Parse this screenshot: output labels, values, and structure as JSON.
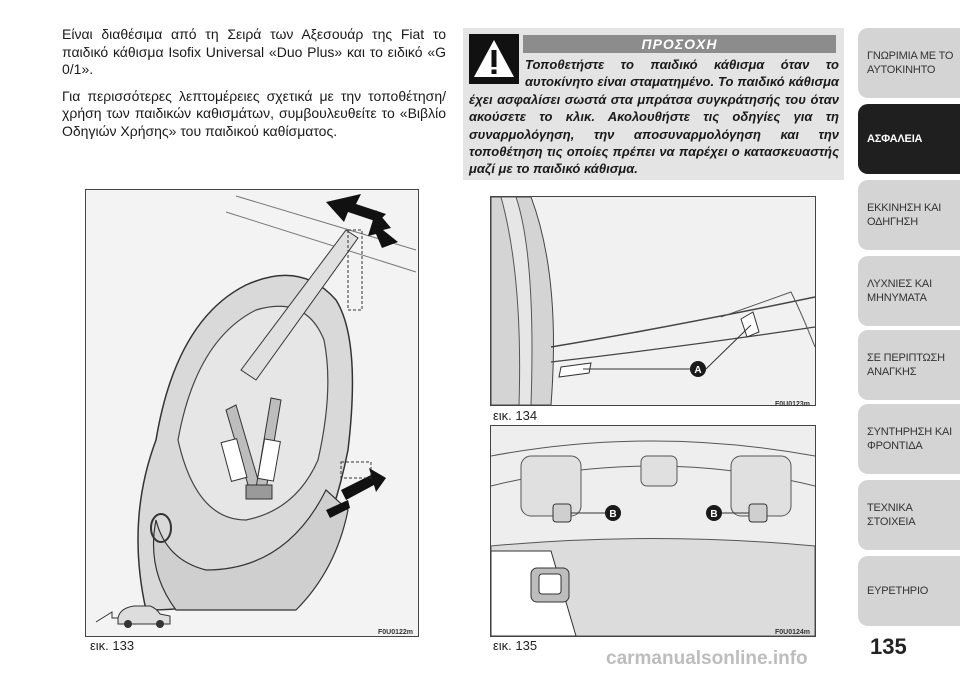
{
  "body_text": {
    "paragraph1": "Είναι διαθέσιμα από τη Σειρά των Αξεσουάρ της Fiat το παιδικό κάθισμα Isofix Universal «Duo Plus» και το ειδικό «G 0/1».",
    "paragraph2": "Για περισσότερες λεπτομέρειες σχετικά με την τοποθέτηση/χρήση των παιδικών καθισμάτων, συμβουλευθείτε το «Βιβλίο Οδηγιών Χρήσης» του παιδικού καθίσματος."
  },
  "warning": {
    "title": "ΠΡΟΣΟΧΗ",
    "icon": "warning-triangle-icon",
    "text": "Τοποθετήστε το παιδικό κάθισμα όταν το αυτοκίνητο είναι σταματημένο. Το παιδικό κάθισμα έχει ασφαλίσει σωστά στα μπράτσα συγκράτησής του όταν ακούσετε το κλικ. Ακολουθήστε τις οδηγίες για τη συναρμολόγηση, την αποσυναρμολόγηση και την τοποθέτηση τις οποίες πρέπει να παρέχει ο κατασκευαστής μαζί με το παιδικό κάθισμα."
  },
  "figures": {
    "fig133": {
      "caption": "εικ. 133",
      "code": "F0U0122m"
    },
    "fig134": {
      "caption": "εικ. 134",
      "code": "F0U0123m",
      "marker": "A"
    },
    "fig135": {
      "caption": "εικ. 135",
      "code": "F0U0124m",
      "marker_left": "B",
      "marker_right": "B"
    }
  },
  "side_tabs": [
    {
      "line1": "ΓΝΩΡΙΜΙΑ ΜΕ ΤΟ",
      "line2": "ΑΥΤΟΚΙΝΗΤΟ",
      "active": false
    },
    {
      "line1": "ΑΣΦΑΛΕΙΑ",
      "line2": "",
      "active": true
    },
    {
      "line1": "ΕΚΚΙΝΗΣΗ ΚΑΙ",
      "line2": "ΟΔΗΓΗΣΗ",
      "active": false
    },
    {
      "line1": "ΛΥΧΝΙΕΣ ΚΑΙ",
      "line2": "ΜΗΝΥΜΑΤΑ",
      "active": false
    },
    {
      "line1": "ΣΕ ΠΕΡΙΠΤΩΣΗ",
      "line2": "ΑΝΑΓΚΗΣ",
      "active": false
    },
    {
      "line1": "ΣΥΝΤΗΡΗΣΗ ΚΑΙ",
      "line2": "ΦΡΟΝΤΙΔΑ",
      "active": false
    },
    {
      "line1": "ΤΕΧΝΙΚΑ ΣΤΟΙΧΕΙΑ",
      "line2": "",
      "active": false
    },
    {
      "line1": "ΕΥΡΕΤΗΡΙΟ",
      "line2": "",
      "active": false
    }
  ],
  "page_number": "135",
  "watermark": "carmanualsonline.info"
}
